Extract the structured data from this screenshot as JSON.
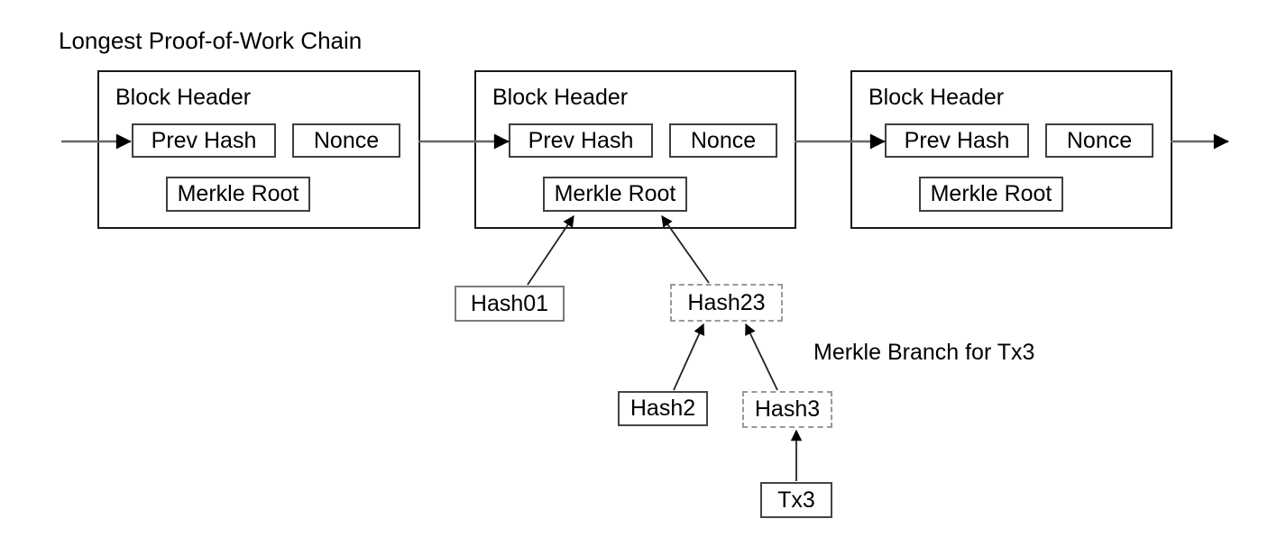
{
  "diagram": {
    "title": "Longest Proof-of-Work Chain",
    "annotation": "Merkle Branch for Tx3"
  },
  "blocks": [
    {
      "header": "Block Header",
      "prev_hash": "Prev Hash",
      "nonce": "Nonce",
      "merkle_root": "Merkle Root"
    },
    {
      "header": "Block Header",
      "prev_hash": "Prev Hash",
      "nonce": "Nonce",
      "merkle_root": "Merkle Root"
    },
    {
      "header": "Block Header",
      "prev_hash": "Prev Hash",
      "nonce": "Nonce",
      "merkle_root": "Merkle Root"
    }
  ],
  "merkle": {
    "hash01": "Hash01",
    "hash23": "Hash23",
    "hash2": "Hash2",
    "hash3": "Hash3",
    "tx3": "Tx3"
  },
  "colors": {
    "background": "#ffffff",
    "text": "#000000",
    "block_border": "#1a1a1a",
    "field_border": "#3f3f3f",
    "dashed_border": "#999999",
    "chain_line": "#666666",
    "branch_line": "#222222",
    "arrowhead": "#000000"
  }
}
